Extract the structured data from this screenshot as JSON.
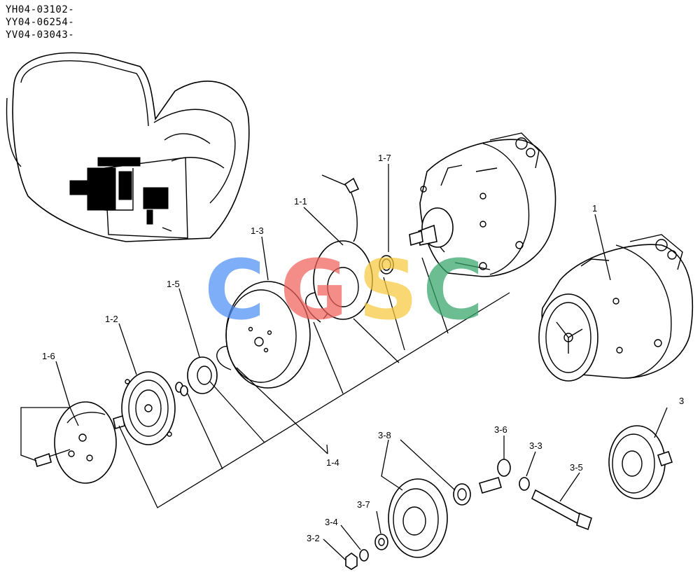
{
  "serials": [
    "YH04-03102-",
    "YY04-06254-",
    "YV04-03043-"
  ],
  "labels": {
    "p1": "1",
    "p1_1": "1-1",
    "p1_2": "1-2",
    "p1_3": "1-3",
    "p1_4": "1-4",
    "p1_5": "1-5",
    "p1_6": "1-6",
    "p1_7": "1-7",
    "p3": "3",
    "p3_2": "3-2",
    "p3_3": "3-3",
    "p3_4": "3-4",
    "p3_5": "3-5",
    "p3_6": "3-6",
    "p3_7": "3-7",
    "p3_8": "3-8"
  },
  "watermark": {
    "letters": [
      "C",
      "G",
      "S",
      "C"
    ],
    "colors": [
      "#4f8ff7",
      "#f0625a",
      "#f8c93c",
      "#36a56a"
    ]
  }
}
